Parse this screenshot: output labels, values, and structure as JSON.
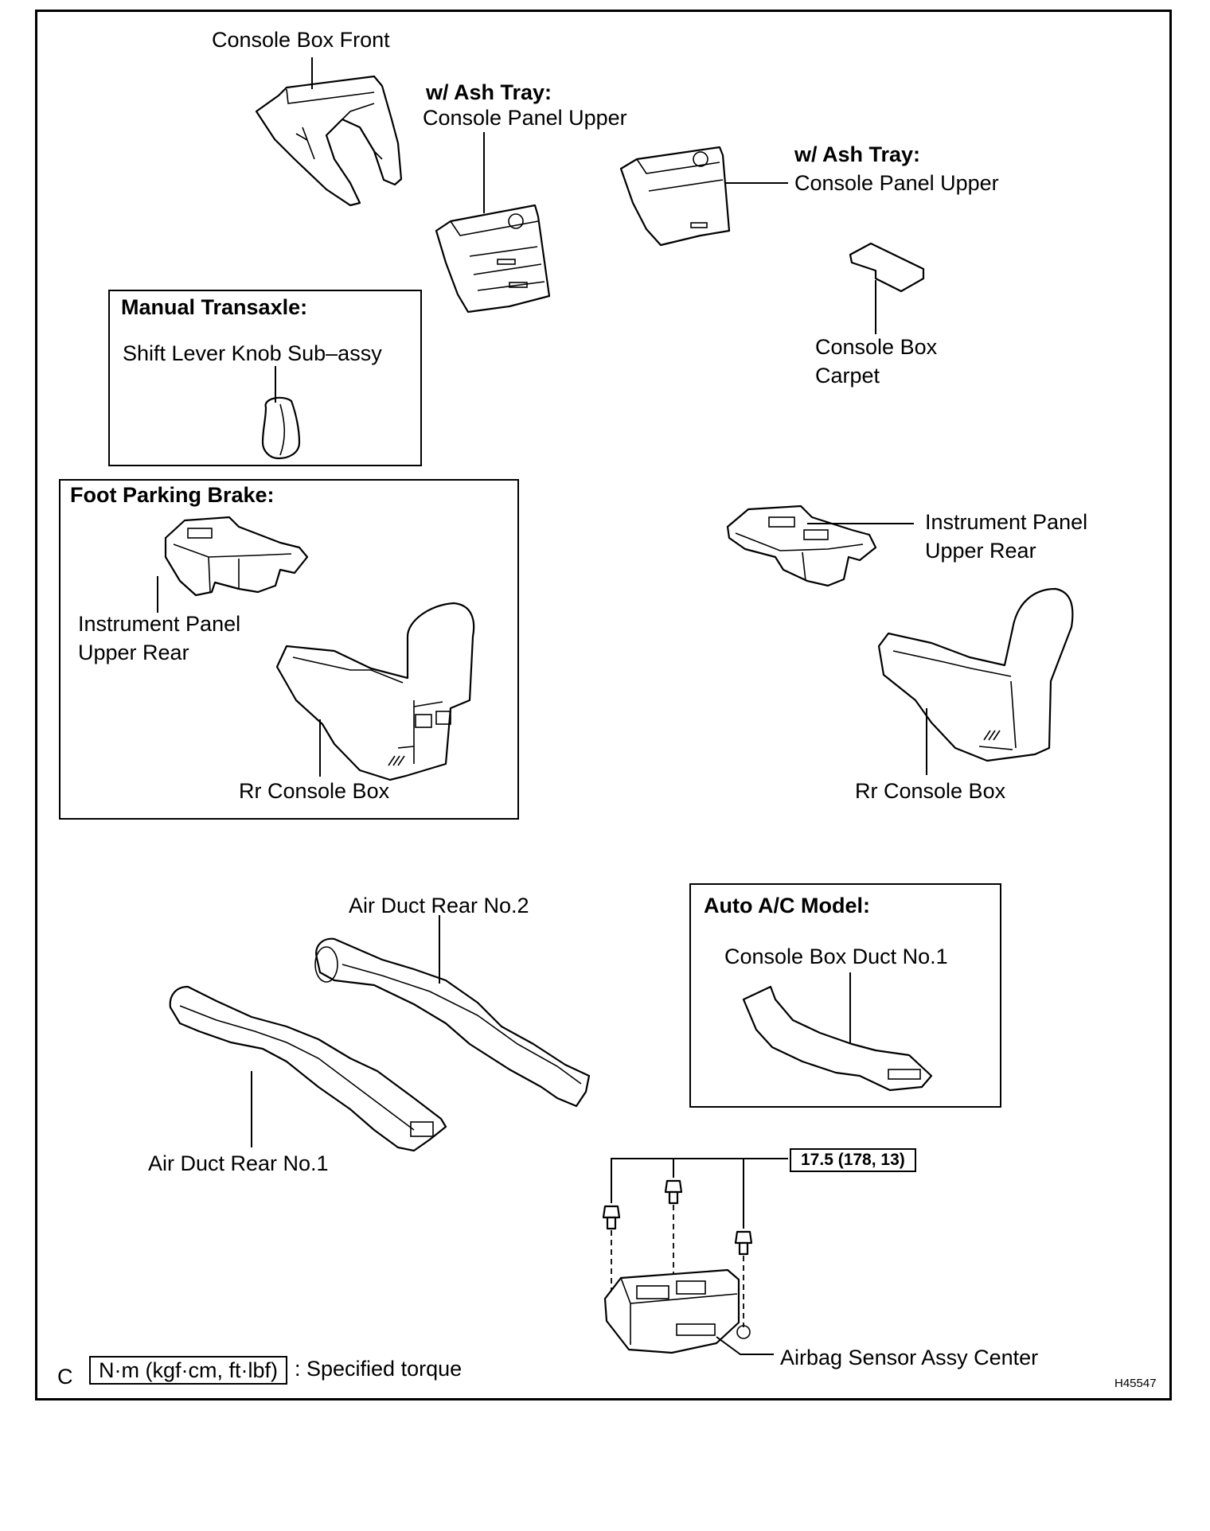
{
  "diagram": {
    "figure_id": "H45547",
    "corner_letter": "C",
    "labels": {
      "console_box_front": "Console Box Front",
      "ash_tray_1_title": "w/ Ash Tray:",
      "ash_tray_1_part": "Console Panel Upper",
      "ash_tray_2_title": "w/ Ash Tray:",
      "ash_tray_2_part": "Console Panel Upper",
      "carpet_line1": "Console Box",
      "carpet_line2": "Carpet",
      "ipur_right_line1": "Instrument Panel",
      "ipur_right_line2": "Upper Rear",
      "rr_console_right": "Rr Console Box",
      "air_duct_no2": "Air Duct Rear No.2",
      "air_duct_no1": "Air Duct Rear No.1",
      "airbag_sensor": "Airbag Sensor Assy Center"
    },
    "boxes": {
      "manual_transaxle": {
        "title": "Manual Transaxle:",
        "part": "Shift Lever Knob Sub–assy"
      },
      "foot_parking_brake": {
        "title": "Foot Parking Brake:",
        "ipur_line1": "Instrument Panel",
        "ipur_line2": "Upper Rear",
        "rr_console": "Rr Console Box"
      },
      "auto_ac": {
        "title": "Auto A/C Model:",
        "part": "Console Box Duct No.1"
      }
    },
    "torque": "17.5 (178, 13)",
    "legend": {
      "box_text": "N·m (kgf·cm, ft·lbf)",
      "description": ": Specified torque"
    }
  }
}
